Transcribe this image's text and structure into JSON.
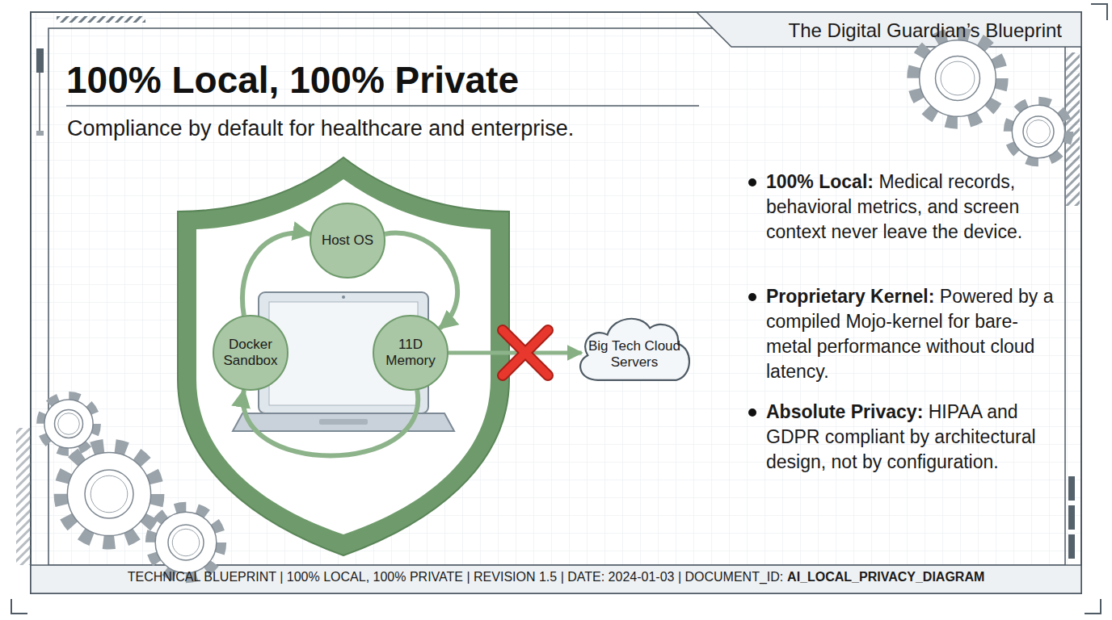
{
  "diagram": {
    "title": "100% Local, 100% Private",
    "caption": "Compliance by default for healthcare and enterprise.",
    "nodes": [
      {
        "text": [
          "Host OS"
        ]
      },
      {
        "text": [
          "Docker Sandbox"
        ]
      },
      {
        "text": [
          "11D Memory"
        ]
      },
      {
        "text": [
          "Big Tech Cloud Servers"
        ]
      }
    ],
    "edges": [
      {
        "from": 1,
        "to": 0,
        "arrow": "to"
      },
      {
        "from": 0,
        "to": 2,
        "arrow": "to"
      },
      {
        "from": 2,
        "to": 1,
        "arrow": "to"
      },
      {
        "from": 2,
        "to": 3,
        "arrow": "to"
      }
    ],
    "labels": [
      "The Digital Guardian’s Blueprint",
      "100% Local:",
      "Medical records, behavioral metrics, and screen context never leave the device.",
      "Proprietary Kernel:",
      "Powered by a compiled Mojo-kernel for bare-metal performance without cloud latency.",
      "Absolute Privacy:",
      "HIPAA and GDPR compliant by architectural design, not by configuration.",
      "TECHNICAL BLUEPRINT | 100% LOCAL, 100% PRIVATE | REVISION 1.5 | DATE: 2024-01-03 | DOCUMENT_ID:",
      "AI_LOCAL_PRIVACY_DIAGRAM"
    ]
  }
}
